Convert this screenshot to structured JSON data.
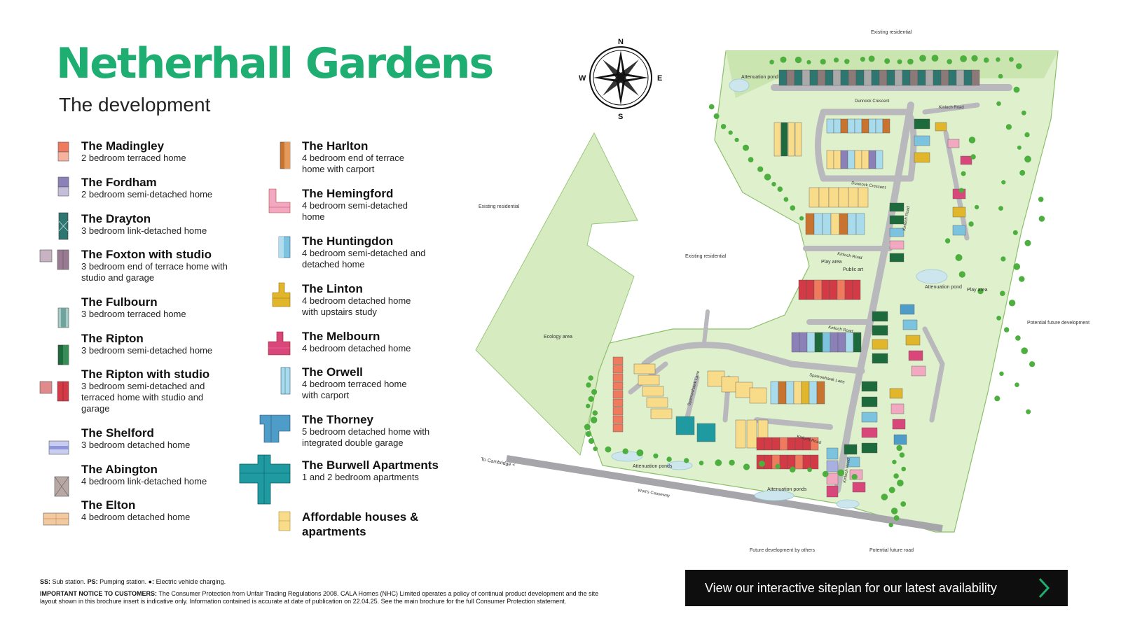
{
  "header": {
    "title": "Netherhall Gardens",
    "subtitle": "The development"
  },
  "legend_left": [
    {
      "name": "The Madingley",
      "desc": "2 bedroom terraced home",
      "color": "#f07a5e"
    },
    {
      "name": "The Fordham",
      "desc": "2 bedroom semi-detached home",
      "color": "#8c80b8"
    },
    {
      "name": "The Drayton",
      "desc": "3 bedroom link-detached home",
      "color": "#2e7670"
    },
    {
      "name": "The Foxton with studio",
      "desc": "3 bedroom end of terrace home with studio and garage",
      "color": "#9a7a92"
    },
    {
      "name": "The Fulbourn",
      "desc": "3 bedroom terraced home",
      "color": "#6fa39c"
    },
    {
      "name": "The Ripton",
      "desc": "3 bedroom semi-detached home",
      "color": "#1d6b3c"
    },
    {
      "name": "The Ripton with studio",
      "desc": "3 bedroom semi-detached and terraced home with studio and garage",
      "color": "#d23a46"
    },
    {
      "name": "The Shelford",
      "desc": "3 bedroom detached home",
      "color": "#a8b0e0"
    },
    {
      "name": "The Abington",
      "desc": "4 bedroom link-detached home",
      "color": "#8c7a78"
    },
    {
      "name": "The Elton",
      "desc": "4 bedroom detached home",
      "color": "#f3c9a0"
    }
  ],
  "legend_right": [
    {
      "name": "The Harlton",
      "desc": "4 bedroom end of terrace home with carport",
      "color": "#c9742e"
    },
    {
      "name": "The Hemingford",
      "desc": "4 bedroom semi-detached home",
      "color": "#f2a8c0"
    },
    {
      "name": "The Huntingdon",
      "desc": "4 bedroom semi-detached and detached home",
      "color": "#7cc3e0"
    },
    {
      "name": "The Linton",
      "desc": "4 bedroom detached home with upstairs study",
      "color": "#e2b62a"
    },
    {
      "name": "The Melbourn",
      "desc": "4 bedroom detached home",
      "color": "#d8467a"
    },
    {
      "name": "The Orwell",
      "desc": "4 bedroom terraced home with carport",
      "color": "#a8dcec"
    },
    {
      "name": "The Thorney",
      "desc": "5 bedroom detached home with integrated double garage",
      "color": "#4e9cc8"
    },
    {
      "name": "The Burwell Apartments",
      "desc": "1 and 2 bedroom apartments",
      "color": "#1e9aa0"
    },
    {
      "name": "Affordable houses & apartments",
      "desc": "",
      "color": "#f8dc8a"
    }
  ],
  "footer": {
    "key_ss": "SS:",
    "key_ss_text": " Sub station. ",
    "key_ps": "PS:",
    "key_ps_text": " Pumping station. ",
    "key_ev": "●:",
    "key_ev_text": " Electric vehicle charging.",
    "notice_label": "IMPORTANT NOTICE TO CUSTOMERS:",
    "notice_text": " The Consumer Protection from Unfair Trading Regulations 2008. CALA Homes (NHC) Limited operates a policy of continual product development and the site layout shown in this brochure insert is indicative only. Information contained is accurate at date of publication on 22.04.25. See the main brochure for the full Consumer Protection statement."
  },
  "cta": {
    "label": "View our interactive siteplan for our latest availability"
  },
  "map": {
    "compass": {
      "n": "N",
      "s": "S",
      "e": "E",
      "w": "W"
    },
    "labels": {
      "existing_residential_top": "Existing residential",
      "existing_residential_left": "Existing residential",
      "existing_residential_center": "Existing residential",
      "potential_future_development": "Potential future development",
      "ecology_area": "Ecology area",
      "attenuation_pond_top": "Attenuation pond",
      "attenuation_pond_mid": "Attenuation pond",
      "attenuation_ponds_bottom_left": "Attenuation ponds",
      "attenuation_ponds_bottom_right": "Attenuation ponds",
      "play_area_left": "Play area",
      "play_area_right": "Play area",
      "public_art": "Public art",
      "future_development_by_others": "Future development by others",
      "potential_future_road": "Potential future road",
      "to_cambridge": "To Cambridge <"
    },
    "roads": {
      "dunnock_crescent_top": "Dunnock Crescent",
      "dunnock_crescent_mid": "Dunnock Crescent",
      "kinloch_road_ne": "Kinloch Road",
      "kinloch_road_1": "Kinloch Road",
      "kinloch_road_2": "Kinloch Road",
      "kinloch_road_3": "Kinloch Road",
      "kinloch_road_4": "Kinloch Road",
      "kinloch_road_5": "Kinloch Road",
      "sparrowhawk_lane_1": "Sparrowhawk Lane",
      "sparrowhawk_lane_2": "Sparrowhawk Lane",
      "worts_causeway": "Wort's Causeway"
    }
  },
  "colors": {
    "brand": "#1fae72",
    "green_space": "#cfe8b4",
    "tree": "#4caf3e",
    "road": "#b9b9bd"
  }
}
